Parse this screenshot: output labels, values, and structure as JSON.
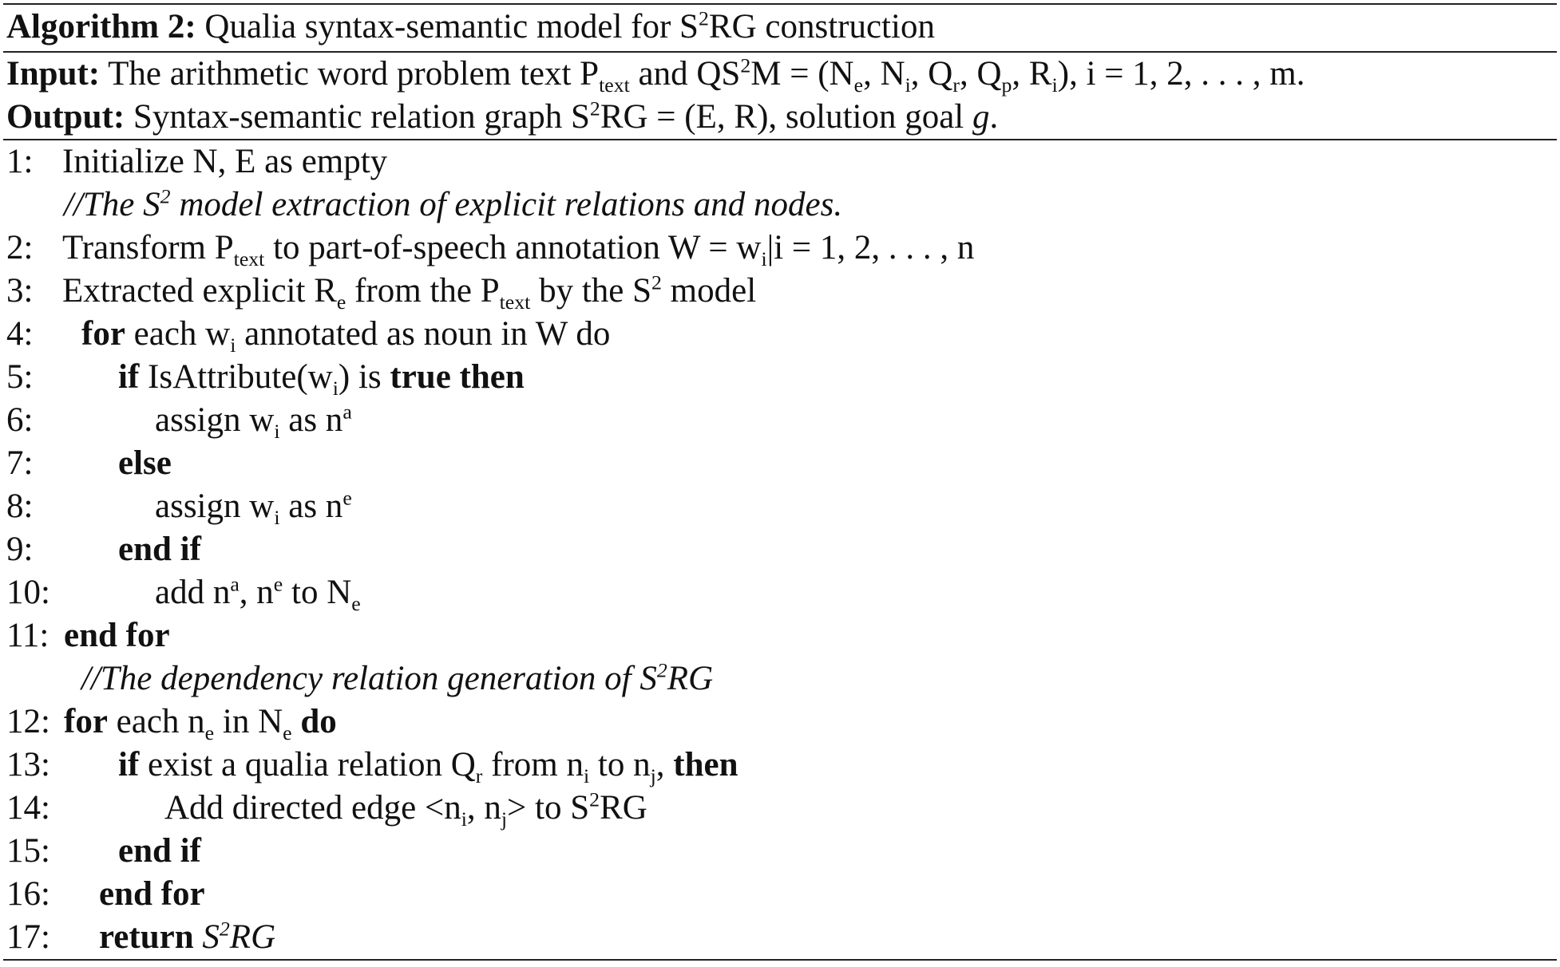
{
  "caption": {
    "label": "Algorithm 2:",
    "title_a": "Qualia syntax-semantic model for S",
    "title_sup": "2",
    "title_b": "RG construction"
  },
  "input": {
    "label": "Input:",
    "t1": "The arithmetic word problem text P",
    "t1_sub": "text",
    "t2": " and QS",
    "t2_sup": "2",
    "t3": "M = (N",
    "t3_sub": "e",
    "t4": ", N",
    "t4_sub": "i",
    "t5": ", Q",
    "t5_sub": "r",
    "t6": ", Q",
    "t6_sub": "p",
    "t7": ", R",
    "t7_sub": "i",
    "t8": "), i = 1, 2,  . . . , m."
  },
  "output": {
    "label": "Output:",
    "t1": "Syntax-semantic relation graph S",
    "t1_sup": "2",
    "t2": "RG = (E, R), solution goal ",
    "goal": "g",
    "t3": "."
  },
  "lines": {
    "n1": "1:",
    "n2": "2:",
    "n3": "3:",
    "n4": "4:",
    "n5": "5:",
    "n6": "6:",
    "n7": "7:",
    "n8": "8:",
    "n9": "9:",
    "n10": "10:",
    "n11": "11:",
    "n12": "12:",
    "n13": "13:",
    "n14": "14:",
    "n15": "15:",
    "n16": "16:",
    "n17": "17:",
    "l1": "Initialize N, E as empty",
    "c1_a": "//The S",
    "c1_sup": "2",
    "c1_b": " model extraction of explicit relations and nodes.",
    "l2_a": "Transform P",
    "l2_sub": "text",
    "l2_b": " to part-of-speech annotation W = w",
    "l2_sub2": "i",
    "l2_c": "|i = 1, 2,  . . . , n",
    "l3_a": "Extracted explicit R",
    "l3_sub": "e",
    "l3_b": " from the P",
    "l3_sub2": "text",
    "l3_c": " by the S",
    "l3_sup": "2",
    "l3_d": " model",
    "l4_kw": "for",
    "l4_a": " each w",
    "l4_sub": "i",
    "l4_b": " annotated as noun in W do",
    "l5_kw": "if",
    "l5_a": " IsAttribute(w",
    "l5_sub": "i",
    "l5_b": ") is ",
    "l5_kw2": "true then",
    "l6_a": "assign w",
    "l6_sub": "i",
    "l6_b": " as n",
    "l6_sup": "a",
    "l7_kw": "else",
    "l8_a": "assign w",
    "l8_sub": "i",
    "l8_b": " as n",
    "l8_sup": "e",
    "l9_kw": "end if",
    "l10_a": "add n",
    "l10_sup": "a",
    "l10_b": ", n",
    "l10_sup2": "e",
    "l10_c": " to N",
    "l10_sub": "e",
    "l11_kw": "end for",
    "c2_a": "//The dependency relation generation of S",
    "c2_sup": "2",
    "c2_b": "RG",
    "l12_kw": "for",
    "l12_a": " each n",
    "l12_sub": "e",
    "l12_b": " in N",
    "l12_sub2": "e",
    "l12_kw2": " do",
    "l13_kw": "if",
    "l13_a": " exist a qualia relation Q",
    "l13_sub": "r",
    "l13_b": " from n",
    "l13_sub2": "i",
    "l13_c": " to n",
    "l13_sub3": "j",
    "l13_d": ", ",
    "l13_kw2": "then",
    "l14_a": "Add directed edge <n",
    "l14_sub": "i",
    "l14_b": ", n",
    "l14_sub2": "j",
    "l14_c": "> to S",
    "l14_sup": "2",
    "l14_d": "RG",
    "l15_kw": "end if",
    "l16_kw": "end for",
    "l17_kw": "return",
    "l17_a": "S",
    "l17_sup": "2",
    "l17_b": "RG"
  }
}
